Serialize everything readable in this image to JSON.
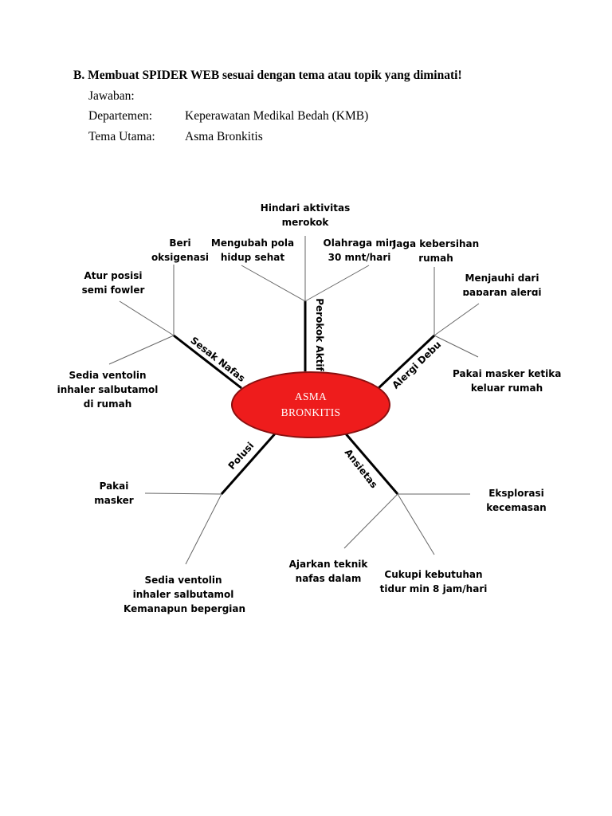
{
  "heading": "B. Membuat SPIDER WEB sesuai dengan tema atau topik yang diminati!",
  "answer_label": "Jawaban:",
  "department": {
    "label": "Departemen:",
    "value": "Keperawatan Medikal Bedah (KMB)"
  },
  "theme": {
    "label": "Tema Utama:",
    "value": "Asma Bronkitis"
  },
  "center": {
    "line1": "ASMA",
    "line2": "BRONKITIS",
    "color": "#ee1c1c"
  },
  "branches": {
    "perokok": {
      "label": "Perokok Aktif",
      "leaves": [
        {
          "l1": "Hindari aktivitas",
          "l2": "merokok"
        },
        {
          "l1": "Mengubah pola",
          "l2": "hidup sehat"
        },
        {
          "l1": "Olahraga min",
          "l2": "30 mnt/hari"
        }
      ]
    },
    "sesak": {
      "label": "Sesak Nafas",
      "leaves": [
        {
          "l1": "Beri",
          "l2": "oksigenasi"
        },
        {
          "l1": "Atur posisi",
          "l2": "semi fowler"
        },
        {
          "l1": "Sedia ventolin",
          "l2": "inhaler salbutamol",
          "l3": "di rumah"
        }
      ]
    },
    "alergi": {
      "label": "Alergi Debu",
      "leaves": [
        {
          "l1": "Jaga kebersihan",
          "l2": "rumah"
        },
        {
          "l1": "Menjauhi dari",
          "l2": "paparan alergi"
        },
        {
          "l1": "Pakai masker ketika",
          "l2": "keluar rumah"
        }
      ]
    },
    "polusi": {
      "label": "Polusi",
      "leaves": [
        {
          "l1": "Pakai",
          "l2": "masker"
        },
        {
          "l1": "Sedia ventolin",
          "l2": "inhaler salbutamol",
          "l3": "Kemanapun bepergian"
        }
      ]
    },
    "ansietas": {
      "label": "Ansietas",
      "leaves": [
        {
          "l1": "Eksplorasi",
          "l2": "kecemasan"
        },
        {
          "l1": "Ajarkan teknik",
          "l2": "nafas dalam"
        },
        {
          "l1": "Cukupi kebutuhan",
          "l2": "tidur min 8 jam/hari"
        }
      ]
    }
  }
}
